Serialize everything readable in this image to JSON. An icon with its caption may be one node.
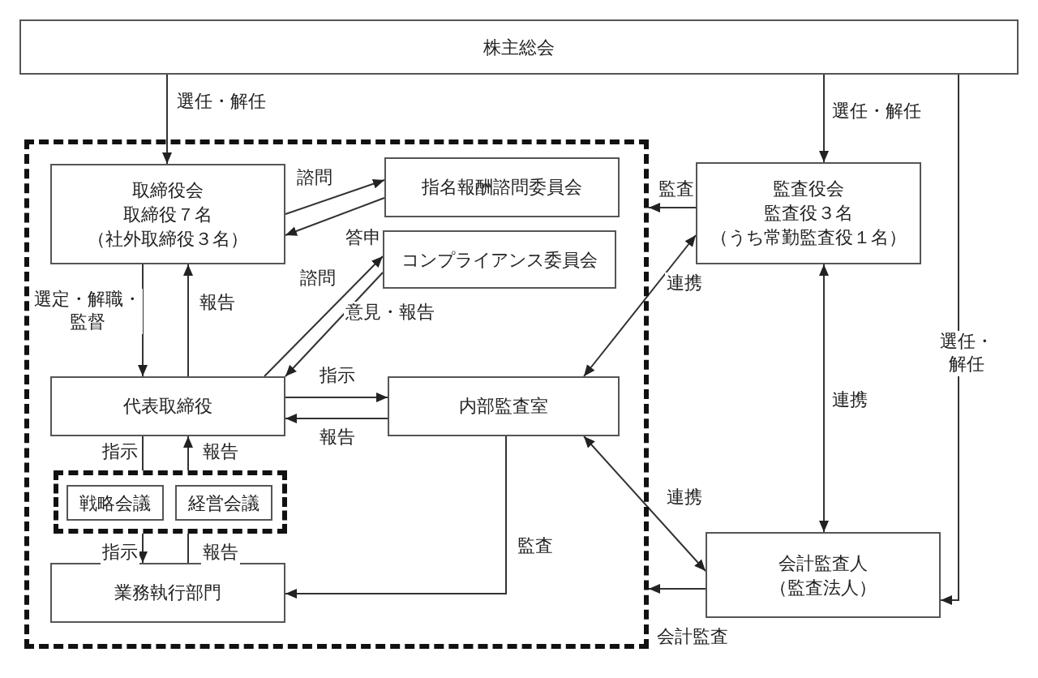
{
  "diagram": {
    "nodes": [
      {
        "text": [
          "株主総会"
        ]
      },
      {
        "text": [],
        "shape": "box"
      },
      {
        "text": [
          "取締役会",
          "取締役７名",
          "（社外取締役３名）"
        ],
        "in": 1
      },
      {
        "text": [
          "指名報酬諮問委員会"
        ],
        "in": 1
      },
      {
        "text": [
          "コンプライアンス委員会"
        ],
        "in": 1
      },
      {
        "text": [
          "代表取締役"
        ],
        "in": 1
      },
      {
        "text": [
          "内部監査室"
        ],
        "in": 1
      },
      {
        "text": [],
        "shape": "box",
        "in": 1
      },
      {
        "text": [
          "戦略会議"
        ],
        "in": 7
      },
      {
        "text": [
          "経営会議"
        ],
        "in": 7
      },
      {
        "text": [
          "業務執行部門"
        ],
        "in": 1
      },
      {
        "text": [
          "監査役会",
          "監査役３名",
          "（うち常勤監査役１名）"
        ]
      },
      {
        "text": [
          "会計監査人",
          "（監査法人）"
        ]
      }
    ],
    "edges": [
      {
        "from": 0,
        "to": 2,
        "arrow": "to",
        "label": "選任・解任"
      },
      {
        "from": 0,
        "to": 11,
        "arrow": "to",
        "label": "選任・解任"
      },
      {
        "from": 0,
        "to": 12,
        "arrow": "to",
        "label": "選任・解任"
      },
      {
        "from": 2,
        "to": 3,
        "arrow": "to",
        "label": "諮問"
      },
      {
        "from": 3,
        "to": 2,
        "arrow": "to",
        "label": "答申"
      },
      {
        "from": 2,
        "to": 5,
        "arrow": "to",
        "label": "選定・解職・監督"
      },
      {
        "from": 5,
        "to": 2,
        "arrow": "to",
        "label": "報告"
      },
      {
        "from": 5,
        "to": 4,
        "arrow": "to",
        "label": "諮問"
      },
      {
        "from": 4,
        "to": 5,
        "arrow": "to",
        "label": "意見・報告"
      },
      {
        "from": 5,
        "to": 6,
        "arrow": "to",
        "label": "指示"
      },
      {
        "from": 6,
        "to": 5,
        "arrow": "to",
        "label": "報告"
      },
      {
        "from": 5,
        "to": 7,
        "arrow": "none",
        "label": "指示"
      },
      {
        "from": 7,
        "to": 5,
        "arrow": "to",
        "label": "報告"
      },
      {
        "from": 7,
        "to": 10,
        "arrow": "to",
        "label": "指示"
      },
      {
        "from": 10,
        "to": 7,
        "arrow": "none",
        "label": "報告"
      },
      {
        "from": 6,
        "to": 10,
        "arrow": "to",
        "label": "監査"
      },
      {
        "from": 11,
        "to": 1,
        "arrow": "to",
        "label": "監査"
      },
      {
        "from": 11,
        "to": 6,
        "arrow": "both",
        "label": "連携"
      },
      {
        "from": 11,
        "to": 12,
        "arrow": "both",
        "label": "連携"
      },
      {
        "from": 6,
        "to": 12,
        "arrow": "both",
        "label": "連携"
      },
      {
        "from": 12,
        "to": 1,
        "arrow": "to",
        "label": "会計監査"
      }
    ]
  }
}
